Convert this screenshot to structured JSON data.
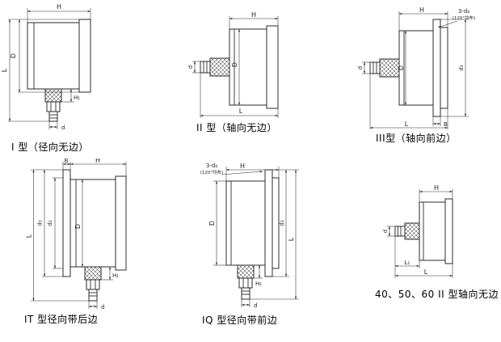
{
  "figures": [
    {
      "id": "type-i",
      "caption": "I 型（径向无边）",
      "labels": {
        "H": "H",
        "D": "D",
        "L": "L",
        "H1": "H₁",
        "d": "d"
      }
    },
    {
      "id": "type-ii",
      "caption": "II 型（轴向无边）",
      "labels": {
        "H": "H",
        "D": "D",
        "L": "L",
        "d": "d"
      }
    },
    {
      "id": "type-iii",
      "caption": "III型（轴向前边）",
      "labels": {
        "holes": "3-d₄",
        "holes_note": "(120°均布)",
        "H": "H",
        "D": "D",
        "d3": "d₃",
        "B": "B",
        "L": "L",
        "d": "d"
      }
    },
    {
      "id": "type-it",
      "caption": "IT 型径向带后边",
      "labels": {
        "B": "B",
        "H": "H",
        "d2": "d₂",
        "d3": "d₃",
        "L": "L",
        "D": "D",
        "H1": "H₁",
        "d": "d"
      }
    },
    {
      "id": "type-iq",
      "caption": "IQ 型径向带前边",
      "labels": {
        "holes": "3-d₄",
        "holes_note": "(120°均布)",
        "H": "H",
        "D": "D",
        "d3": "d₃",
        "L": "L",
        "H1": "H₁",
        "d": "d"
      }
    },
    {
      "id": "type-ii-small",
      "caption": "40、50、60 II 型轴向无边",
      "labels": {
        "H": "H",
        "d": "d",
        "L1": "L₁",
        "L": "L"
      }
    }
  ]
}
